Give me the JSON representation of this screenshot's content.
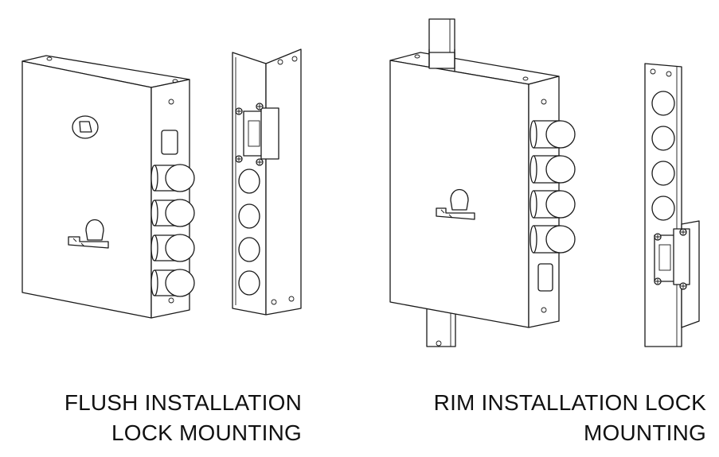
{
  "captions": {
    "flush": {
      "line1": "FLUSH INSTALLATION",
      "line2": "LOCK MOUNTING"
    },
    "rim": {
      "line1": "RIM INSTALLATION LOCK",
      "line2": "MOUNTING"
    }
  },
  "colors": {
    "line": "#1a1a1a",
    "background": "#ffffff",
    "text": "#111111"
  }
}
